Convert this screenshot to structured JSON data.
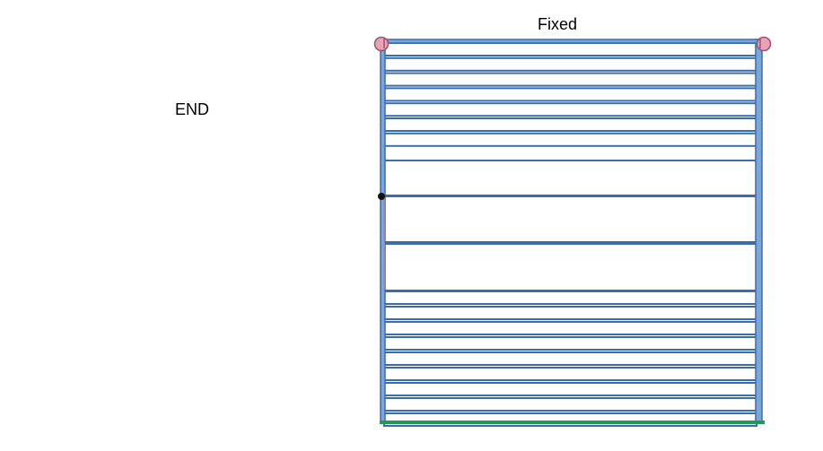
{
  "labels": {
    "end": "END",
    "fixed": "Fixed"
  },
  "colors": {
    "frame_fill": "#7aa6d8",
    "frame_stroke": "#3a6db0",
    "slat_fill": "#ffffff",
    "slat_stroke": "#3a6db0",
    "pin_fill": "#e8a3b4",
    "pin_stroke": "#a05070",
    "base_line": "#1f9a5a",
    "rope": "#b08aa0",
    "knob": "#111111"
  },
  "slats": {
    "upper_count": 7,
    "lower_count": 9,
    "large_count": 3
  }
}
